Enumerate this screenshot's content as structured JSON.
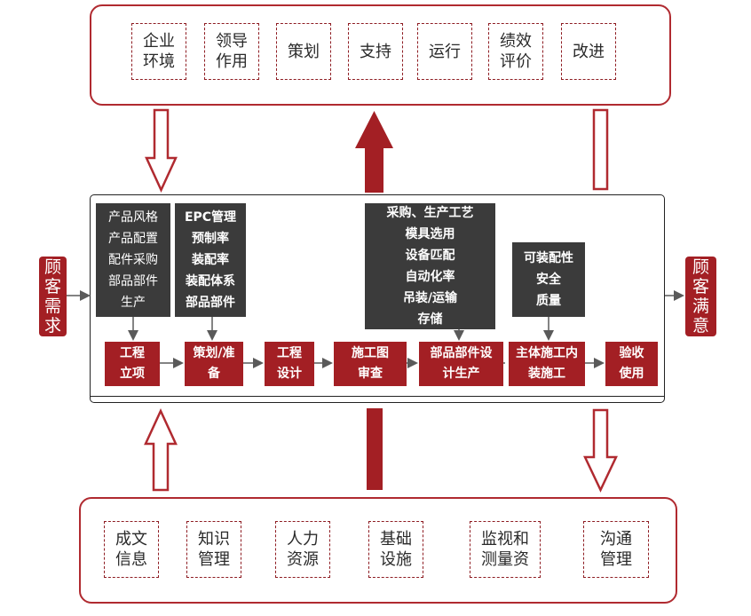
{
  "top_items": [
    "企业\n环境",
    "领导\n作用",
    "策划",
    "支持",
    "运行",
    "绩效\n评价",
    "改进"
  ],
  "bottom_items": [
    "成文\n信息",
    "知识\n管理",
    "人力\n资源",
    "基础\n设施",
    "监视和\n测量资",
    "沟通\n管理"
  ],
  "left_label": "顾客\n需求",
  "right_label": "顾客\n满意",
  "info_boxes": [
    "产品风格\n产品配置\n配件采购\n部品部件\n生产",
    "EPC管理\n预制率\n装配率\n装配体系\n部品部件",
    "采购、生产工艺\n模具选用\n设备匹配\n自动化率\n吊装/运输\n存储",
    "可装配性\n安全\n质量"
  ],
  "process_steps": [
    "工程\n立项",
    "策划/准\n备",
    "工程\n设计",
    "施工图\n审查",
    "部品部件设\n计生产",
    "主体施工内\n装施工",
    "验收\n使用"
  ],
  "colors": {
    "accent": "#a31f24",
    "dark": "#3b3b3b",
    "border": "#b02a30"
  }
}
